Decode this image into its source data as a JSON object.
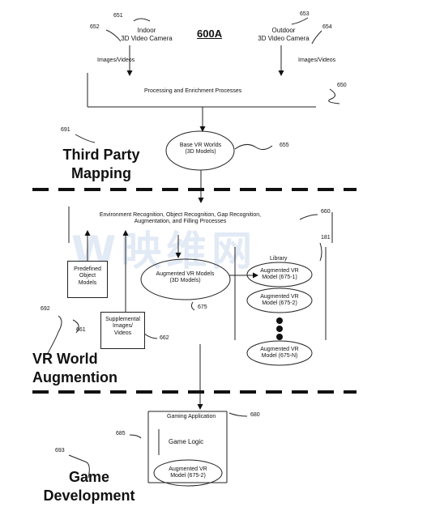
{
  "figure": {
    "title": "600A",
    "sections": {
      "third_party": "Third Party\nMapping",
      "vr_world": "VR World\nAugmention",
      "game_dev": "Game\nDevelopment"
    },
    "nodes": {
      "indoor_camera": "Indoor\n3D Video Camera",
      "outdoor_camera": "Outdoor\n3D Video Camera",
      "images_left": "Images/Videos",
      "images_right": "Images/Videos",
      "processing": "Processing and Enrichment Processes",
      "base_worlds": "Base VR Worlds\n(3D Models)",
      "recognition": "Environment Recognition, Object Recognition, Gap Recognition,\nAugmentation, and Filling Processes",
      "predefined_models": "Predefined\nObject\nModels",
      "supplemental": "Supplemental\nImages/\nVideos",
      "augmented_models": "Augmented VR Models\n(3D Models)",
      "library": "Library",
      "lib_model_1": "Augmented VR\nModel (675-1)",
      "lib_model_2": "Augmented VR\nModel (675-2)",
      "lib_model_n": "Augmented VR\nModel (675-N)",
      "gaming_app": "Gaming Application",
      "game_logic": "Game Logic",
      "game_model": "Augmented VR\nModel (675-2)"
    },
    "refs": {
      "r651": "651",
      "r652": "652",
      "r653": "653",
      "r654": "654",
      "r650": "650",
      "r691": "691",
      "r655": "655",
      "r660": "660",
      "r181": "181",
      "r675": "675",
      "r692": "692",
      "r661": "661",
      "r662": "662",
      "r680": "680",
      "r685": "685",
      "r693": "693"
    },
    "watermark": "W映维网"
  }
}
